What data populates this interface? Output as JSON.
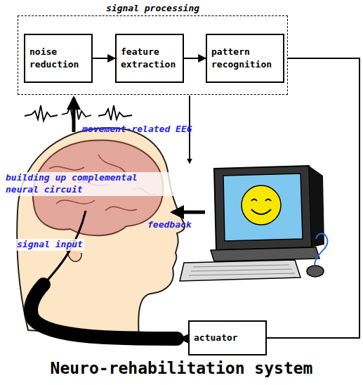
{
  "diagram": {
    "caption": "Neuro-rehabilitation system",
    "nodes": [
      {
        "text": [
          "signal processing"
        ]
      },
      {
        "text": [
          "noise reduction"
        ],
        "in": 0
      },
      {
        "text": [
          "feature extraction"
        ],
        "in": 0
      },
      {
        "text": [
          "pattern recognition"
        ],
        "in": 0
      },
      {
        "text": [
          "actuator"
        ]
      }
    ],
    "edges": [
      {
        "from": 1,
        "to": 2,
        "arrow": "to"
      },
      {
        "from": 2,
        "to": 3,
        "arrow": "to"
      },
      {
        "from": 0,
        "to": 4,
        "arrow": "none"
      }
    ],
    "labels": [
      "movement-related EEG",
      "building up complemental neural circuit",
      "feedback",
      "signal input"
    ]
  }
}
